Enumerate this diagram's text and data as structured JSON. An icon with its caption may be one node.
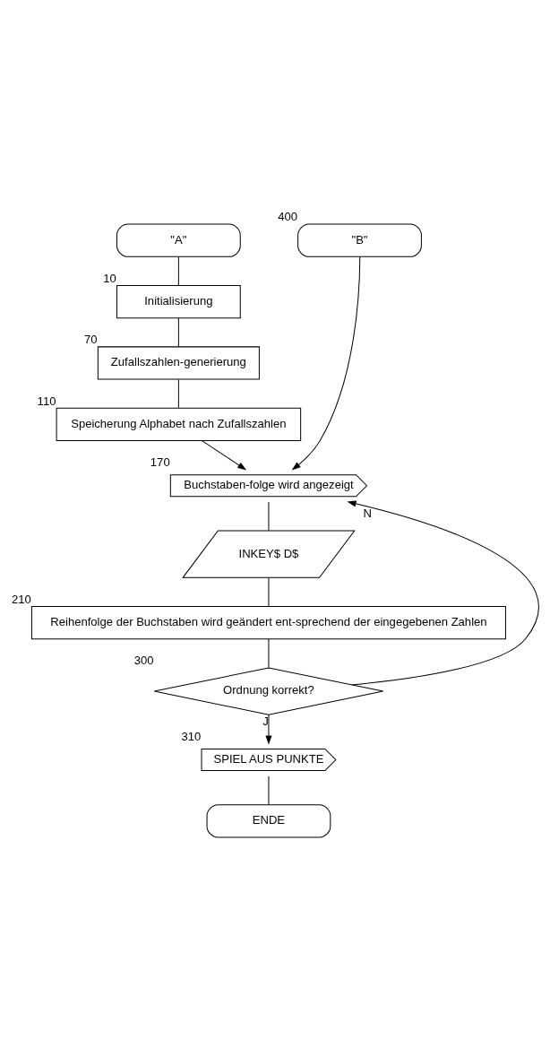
{
  "diagram": {
    "nodes": [
      {
        "text": [
          "\"A\""
        ]
      },
      {
        "text": [
          "Initialisierung"
        ],
        "beside": [
          "10"
        ]
      },
      {
        "text": [
          "Zufallszahlen-generierung"
        ],
        "beside": [
          "70"
        ]
      },
      {
        "text": [
          "Speicherung Alphabet nach Zufallszahlen"
        ],
        "beside": [
          "110"
        ]
      },
      {
        "text": [
          "\"B\""
        ],
        "beside": [
          "400"
        ]
      },
      {
        "text": [
          "Buchstaben-folge wird angezeigt"
        ],
        "beside": [
          "170"
        ]
      },
      {
        "text": [
          "INKEY$ D$"
        ]
      },
      {
        "text": [
          "Reihenfolge der Buchstaben wird geändert ent-sprechend der eingegebenen Zahlen"
        ],
        "beside": [
          "210"
        ]
      },
      {
        "text": [
          "Ordnung korrekt?"
        ],
        "beside": [
          "300"
        ]
      },
      {
        "text": [
          "SPIEL AUS PUNKTE"
        ],
        "beside": [
          "310"
        ]
      },
      {
        "text": [
          "ENDE"
        ]
      }
    ],
    "edges": [
      {
        "from": 0,
        "to": 1,
        "arrow": "none"
      },
      {
        "from": 1,
        "to": 2,
        "arrow": "none"
      },
      {
        "from": 2,
        "to": 3,
        "arrow": "none"
      },
      {
        "from": 3,
        "to": 5,
        "arrow": "to"
      },
      {
        "from": 4,
        "to": 5,
        "arrow": "to"
      },
      {
        "from": 5,
        "to": 6,
        "arrow": "none"
      },
      {
        "from": 6,
        "to": 7,
        "arrow": "none"
      },
      {
        "from": 7,
        "to": 8,
        "arrow": "none"
      },
      {
        "from": 8,
        "to": 5,
        "arrow": "to",
        "label": "N"
      },
      {
        "from": 8,
        "to": 9,
        "arrow": "to",
        "label": "J"
      },
      {
        "from": 9,
        "to": 10,
        "arrow": "none"
      }
    ]
  }
}
